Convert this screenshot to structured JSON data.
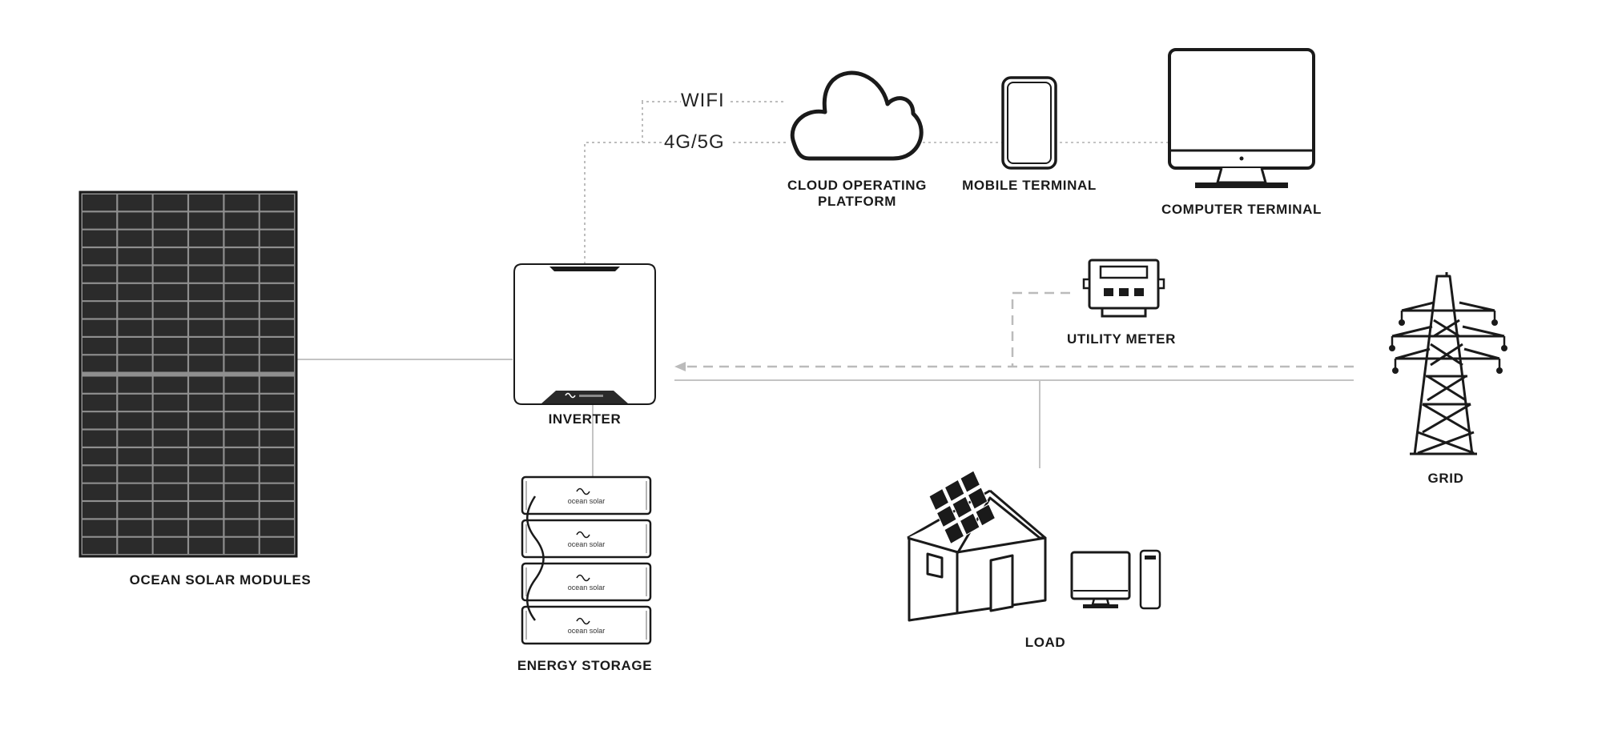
{
  "diagram": {
    "nodes": {
      "solar_modules": {
        "label": "OCEAN SOLAR MODULES"
      },
      "inverter": {
        "label": "INVERTER"
      },
      "energy_storage": {
        "label": "ENERGY STORAGE",
        "module_brand": "ocean solar"
      },
      "cloud": {
        "label_line1": "CLOUD OPERATING",
        "label_line2": "PLATFORM"
      },
      "mobile": {
        "label": "MOBILE TERMINAL"
      },
      "computer": {
        "label": "COMPUTER TERMINAL"
      },
      "meter": {
        "label": "UTILITY METER"
      },
      "grid": {
        "label": "GRID"
      },
      "load": {
        "label": "LOAD"
      }
    },
    "connections": {
      "wifi": "WIFI",
      "cellular": "4G/5G"
    }
  },
  "colors": {
    "line": "#c8c8c8",
    "dashed_line": "#bbbbbb",
    "outline": "#1a1a1a",
    "panel_fill": "#2b2b2b"
  }
}
